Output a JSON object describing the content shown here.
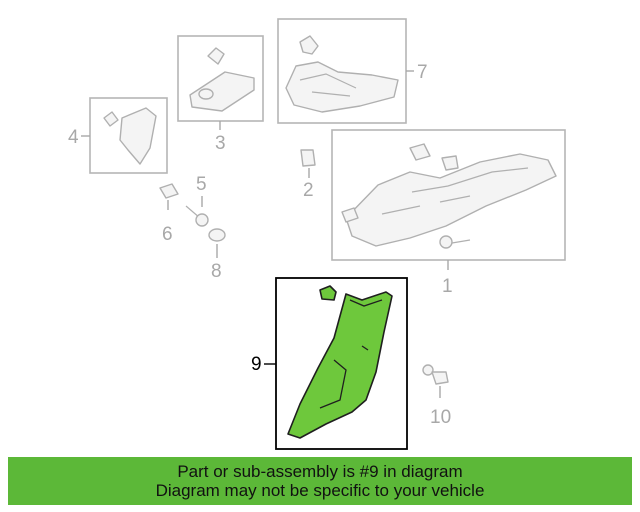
{
  "diagram": {
    "callouts": [
      {
        "id": "1",
        "label": "1"
      },
      {
        "id": "2",
        "label": "2"
      },
      {
        "id": "3",
        "label": "3"
      },
      {
        "id": "4",
        "label": "4"
      },
      {
        "id": "5",
        "label": "5"
      },
      {
        "id": "6",
        "label": "6"
      },
      {
        "id": "7",
        "label": "7"
      },
      {
        "id": "8",
        "label": "8"
      },
      {
        "id": "9",
        "label": "9"
      },
      {
        "id": "10",
        "label": "10"
      }
    ],
    "highlighted_part": "9",
    "colors": {
      "highlight": "#6ec83c",
      "banner": "#5cb838",
      "ghost_stroke": "#b0b0b0",
      "label_gray": "#a8a8a8"
    }
  },
  "banner": {
    "line1": "Part or sub-assembly is #9 in diagram",
    "line2": "Diagram may not be specific to your vehicle"
  }
}
